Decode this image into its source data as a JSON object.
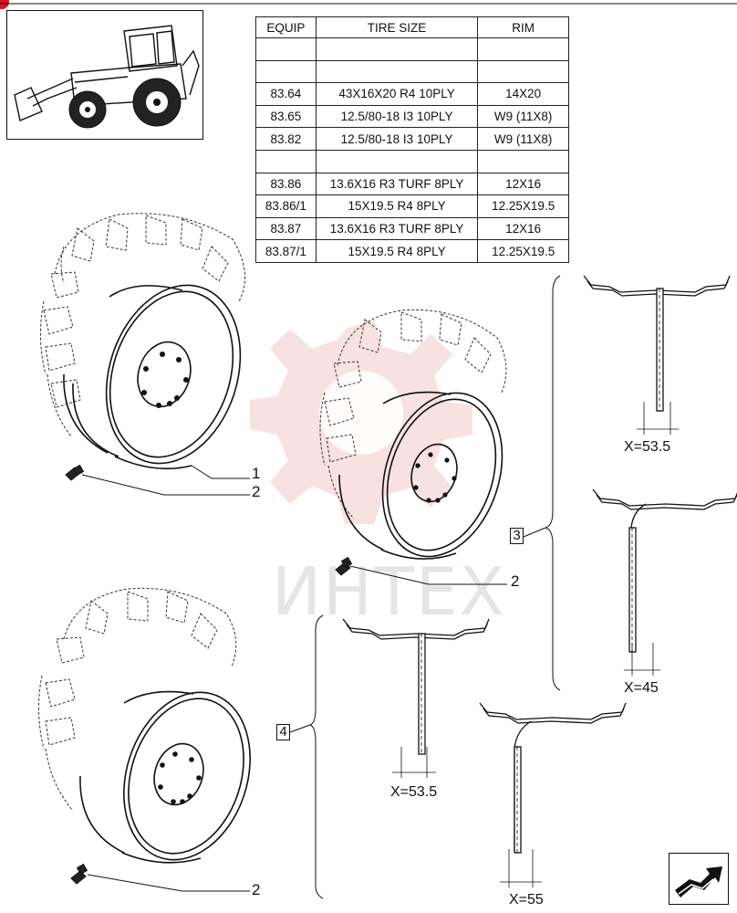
{
  "table": {
    "headers": [
      "EQUIP",
      "TIRE SIZE",
      "RIM"
    ],
    "rows": [
      [
        "",
        "",
        ""
      ],
      [
        "",
        "",
        ""
      ],
      [
        "83.64",
        "43X16X20 R4 10PLY",
        "14X20"
      ],
      [
        "83.65",
        "12.5/80-18 I3 10PLY",
        "W9 (11X8)"
      ],
      [
        "83.82",
        "12.5/80-18 I3 10PLY",
        "W9 (11X8)"
      ],
      [
        "",
        "",
        ""
      ],
      [
        "83.86",
        "13.6X16 R3 TURF 8PLY",
        "12X16"
      ],
      [
        "83.86/1",
        "15X19.5 R4 8PLY",
        "12.25X19.5"
      ],
      [
        "83.87",
        "13.6X16 R3 TURF 8PLY",
        "12X16"
      ],
      [
        "83.87/1",
        "15X19.5 R4 8PLY",
        "12.25X19.5"
      ]
    ]
  },
  "callouts": {
    "part_1": "1",
    "part_2_a": "2",
    "part_2_b": "2",
    "part_2_c": "2",
    "group_3": "3",
    "group_4": "4"
  },
  "dimensions": {
    "top_right": "X=53.5",
    "mid_right": "X=45",
    "lower_left": "X=53.5",
    "lower_right": "X=55"
  },
  "watermark": "ИНТЕХ",
  "icons": [
    "loader-tractor-icon",
    "wheel-assembly-icon",
    "valve-stem-icon",
    "rim-section-icon",
    "next-page-arrow-icon"
  ],
  "colors": {
    "accent": "#d41822",
    "watermark": "#f2c9c9",
    "line": "#111111"
  }
}
